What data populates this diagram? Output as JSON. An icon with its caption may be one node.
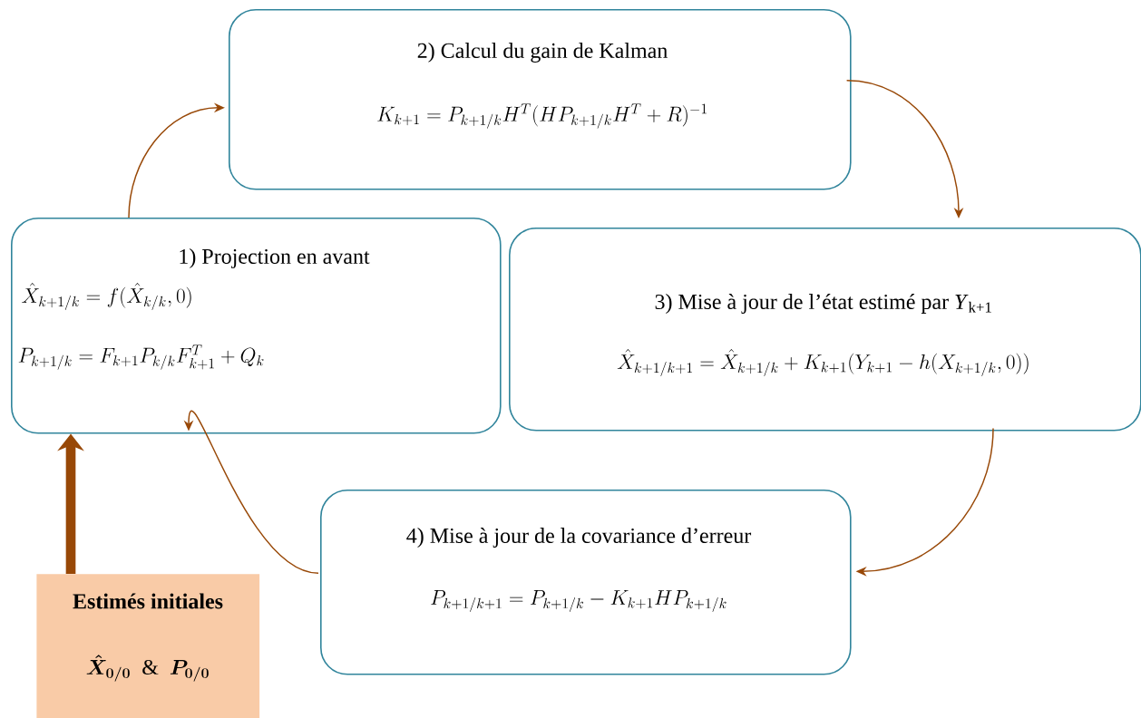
{
  "diagram": {
    "nodes": [
      {
        "text": [
          "1) Projection en avant",
          "\\hat{X}_{k+1/k} = f(\\hat{X}_{k/k}, 0)",
          "P_{k+1/k} = F_{k+1}P_{k/k}F_{k+1}^{T} + Q_k"
        ]
      },
      {
        "text": [
          "2) Calcul du gain de Kalman",
          "K_{k+1} = P_{k+1/k}H^{T}(HP_{k+1/k}H^{T} + R)^{-1}"
        ]
      },
      {
        "text": [
          "3) Mise à jour de l’état estimé par *Y*$_{k+1}$",
          "\\hat{X}_{k+1/k+1} = \\hat{X}_{k+1/k} + K_{k+1}(Y_{k+1} - h(X_{k+1/k}, 0))"
        ]
      },
      {
        "text": [
          "4) Mise à jour de la covariance d’erreur",
          "P_{k+1/k+1} = P_{k+1/k} - K_{k+1}HP_{k+1/k}"
        ]
      },
      {
        "text": [
          "Estimés initiales",
          "\\boldsymbol{\\hat{X}_{0/0}}\\ \\ \\&\\ \\ \\boldsymbol{P_{0/0}}"
        ]
      }
    ],
    "edges": [
      {
        "from": 0,
        "to": 1,
        "arrow": "to"
      },
      {
        "from": 1,
        "to": 2,
        "arrow": "to"
      },
      {
        "from": 2,
        "to": 3,
        "arrow": "to"
      },
      {
        "from": 3,
        "to": 0,
        "arrow": "to"
      },
      {
        "from": 4,
        "to": 0,
        "arrow": "to",
        "style": "thick"
      }
    ]
  }
}
